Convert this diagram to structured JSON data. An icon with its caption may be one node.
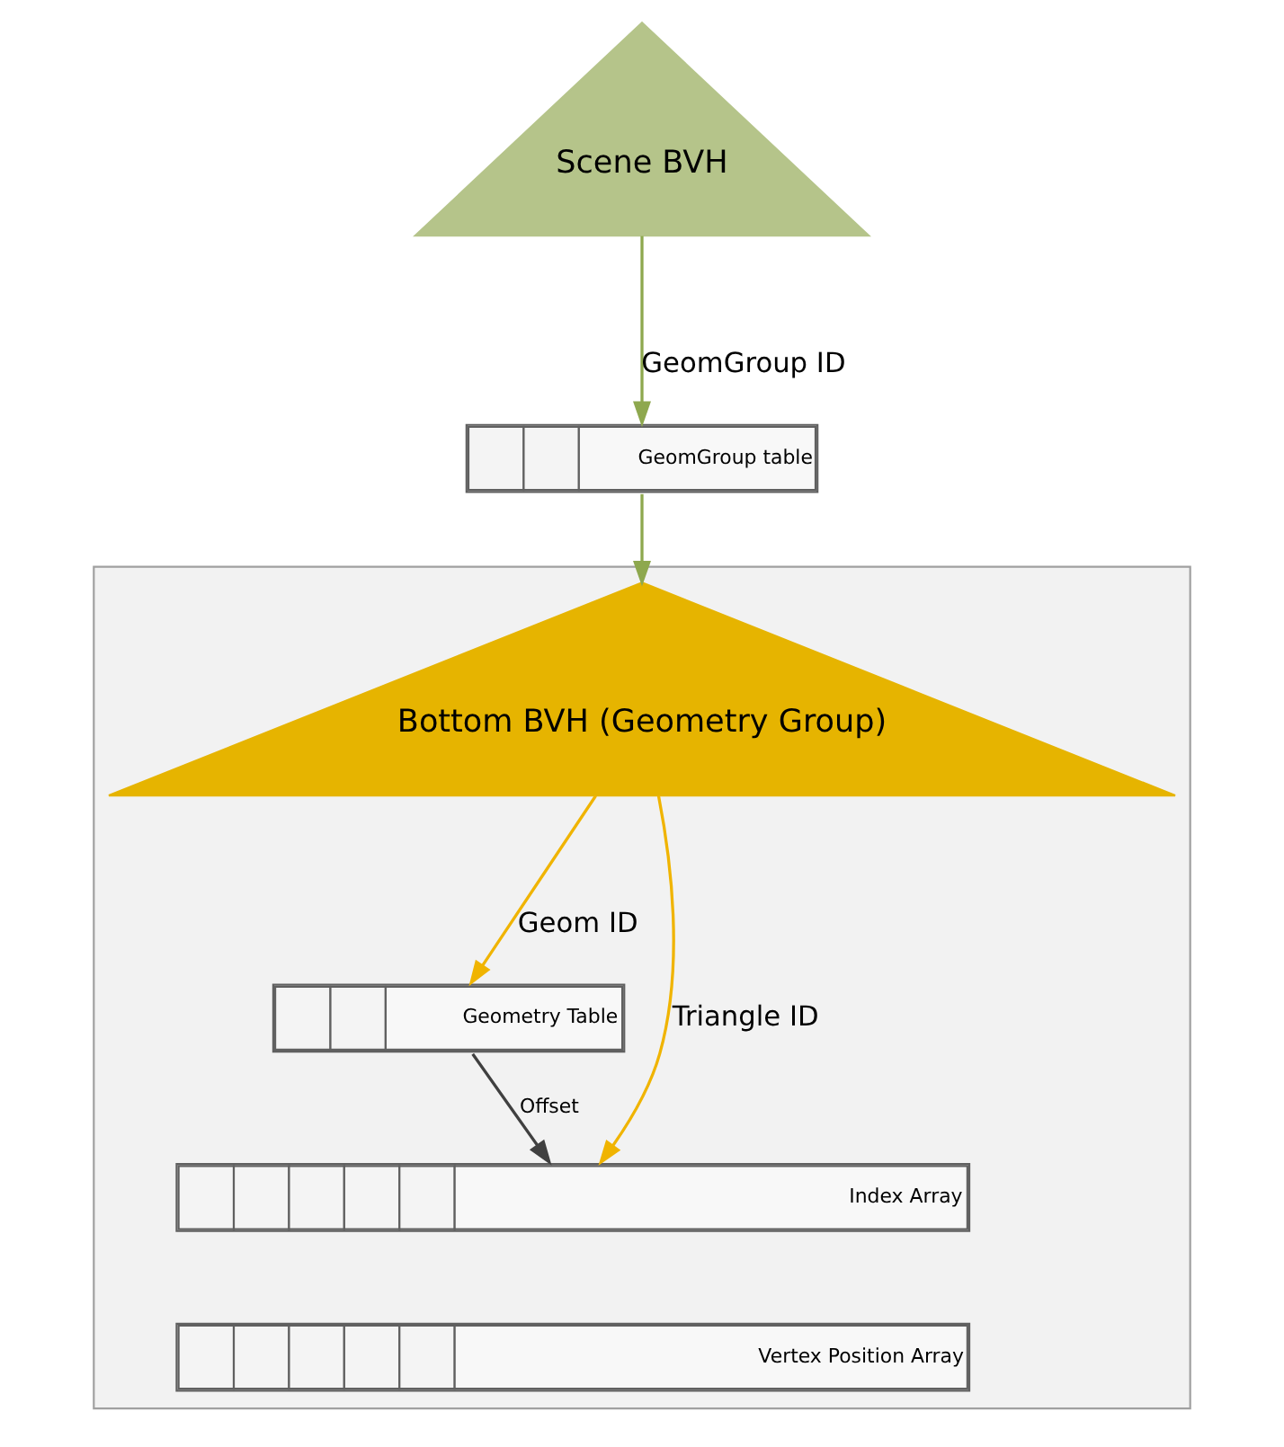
{
  "diagram": {
    "nodes": [
      {
        "text": [
          "Scene BVH"
        ]
      },
      {
        "text": [
          "GeomGroup table"
        ]
      },
      {
        "text": [],
        "shape": "box"
      },
      {
        "text": [
          "Bottom BVH (Geometry Group)"
        ],
        "in": 2
      },
      {
        "text": [
          "Geometry Table"
        ],
        "in": 2
      },
      {
        "text": [
          "Index Array"
        ],
        "in": 2
      },
      {
        "text": [
          "Vertex Position Array"
        ],
        "in": 2
      }
    ],
    "edges": [
      {
        "from": 0,
        "to": 1,
        "arrow": "to",
        "label": "GeomGroup ID",
        "color": "#8ea84e"
      },
      {
        "from": 1,
        "to": 3,
        "arrow": "to",
        "color": "#8ea84e"
      },
      {
        "from": 3,
        "to": 4,
        "arrow": "to",
        "label": "Geom ID",
        "color": "#f0b400"
      },
      {
        "from": 3,
        "to": 5,
        "arrow": "to",
        "label": "Triangle ID",
        "color": "#f0b400"
      },
      {
        "from": 4,
        "to": 5,
        "arrow": "to",
        "label": "Offset",
        "color": "#404040"
      }
    ]
  }
}
